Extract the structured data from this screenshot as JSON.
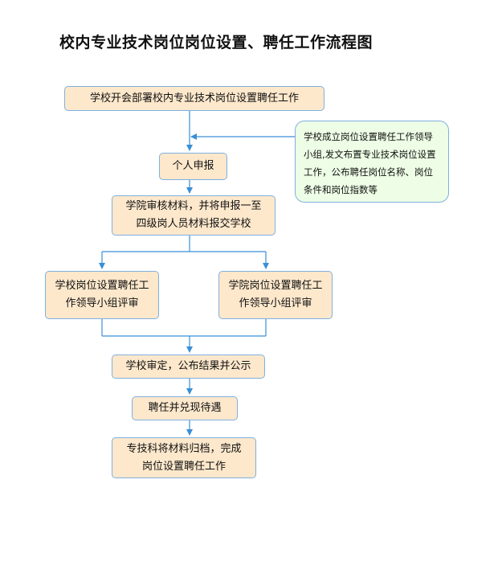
{
  "title": "校内专业技术岗位岗位设置、聘任工作流程图",
  "steps": {
    "start": "学校开会部署校内专业技术岗位设置聘任工作",
    "note": "学校成立岗位设置聘任工作领导小组,发文布置专业技术岗位设置工作，公布聘任岗位名称、岗位条件和岗位指数等",
    "apply": "个人申报",
    "review": "学院审核材料，并将申报一至四级岗人员材料报交学校",
    "school_panel": "学校岗位设置聘任工作领导小组评审",
    "college_panel": "学院岗位设置聘任工作领导小组评审",
    "approve": "学校审定，公布结果并公示",
    "hire": "聘任并兑现待遇",
    "archive": "专技科将材料归档，完成岗位设置聘任工作"
  },
  "colors": {
    "box_fill": "#fde8cc",
    "note_fill": "#eefee6",
    "border": "#7fb0de",
    "arrow": "#3a8fd6"
  }
}
